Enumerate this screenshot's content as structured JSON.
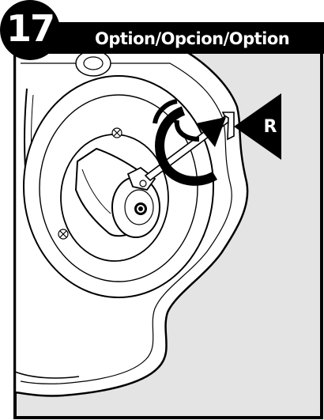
{
  "step": {
    "number": "17",
    "title": "Option/Opcion/Option"
  },
  "callout": {
    "letter": "R"
  },
  "colors": {
    "panel_fill": "#e4e4e4",
    "line": "#000000",
    "header": "#000000",
    "header_text": "#ffffff"
  },
  "icons": [
    "rotation-arrow-icon",
    "hex-key-icon",
    "pointer-arrow-icon",
    "screw-icon"
  ]
}
